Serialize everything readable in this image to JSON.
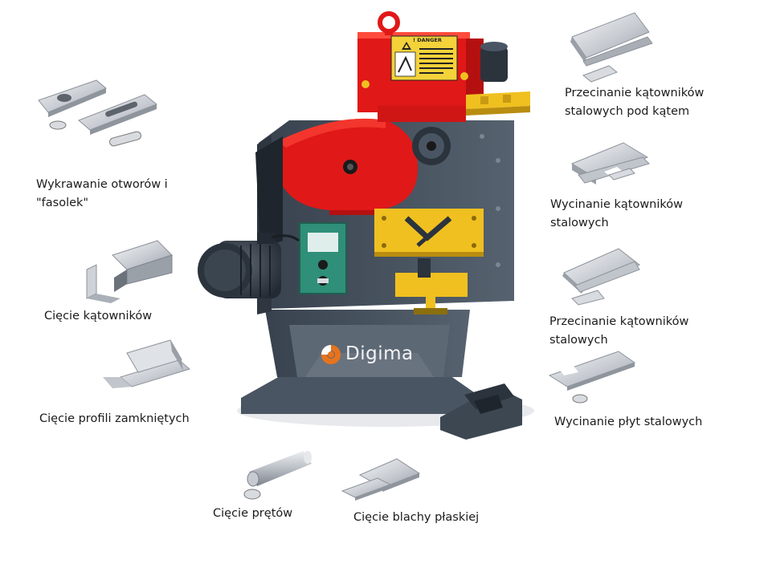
{
  "brand": {
    "name": "Digima"
  },
  "warning_label": {
    "title": "! DANGER"
  },
  "captions": {
    "punching": {
      "line1": "Wykrawanie otworów i",
      "line2": "\"fasolek\""
    },
    "angle_cut": {
      "line1": "Cięcie kątowników"
    },
    "closed_profiles": {
      "line1": "Cięcie profili zamkniętych"
    },
    "bars": {
      "line1": "Cięcie prętów"
    },
    "flat_sheet": {
      "line1": "Cięcie blachy płaskiej"
    },
    "angle_cut_at_angle": {
      "line1": "Przecinanie kątowników",
      "line2": "stalowych pod kątem"
    },
    "angle_notching": {
      "line1": "Wycinanie kątowników",
      "line2": "stalowych"
    },
    "angle_cutting": {
      "line1": "Przecinanie kątowników",
      "line2": "stalowych"
    },
    "plate_notching": {
      "line1": "Wycinanie płyt stalowych"
    }
  },
  "colors": {
    "machine_body": "#44505e",
    "guard_red": "#e01818",
    "tool_yellow": "#f0c020",
    "control_box": "#2f8f78",
    "brand_orange": "#e8731c"
  }
}
